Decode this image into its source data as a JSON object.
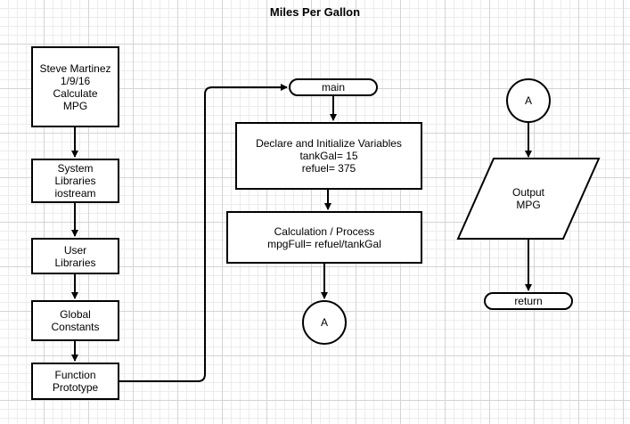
{
  "title": "Miles Per Gallon",
  "nodes": {
    "header": [
      "Steve Martinez",
      "1/9/16",
      "Calculate",
      "MPG"
    ],
    "system_libraries": [
      "System",
      "Libraries",
      "iostream"
    ],
    "user_libraries": [
      "User",
      "Libraries"
    ],
    "global_constants": [
      "Global",
      "Constants"
    ],
    "function_prototype": [
      "Function",
      "Prototype"
    ],
    "main": "main",
    "declare": [
      "Declare and Initialize Variables",
      "tankGal= 15",
      "refuel= 375"
    ],
    "calculation": [
      "Calculation / Process",
      "mpgFull= refuel/tankGal"
    ],
    "connector_out": "A",
    "connector_in": "A",
    "output": [
      "Output",
      "MPG"
    ],
    "return": "return"
  }
}
